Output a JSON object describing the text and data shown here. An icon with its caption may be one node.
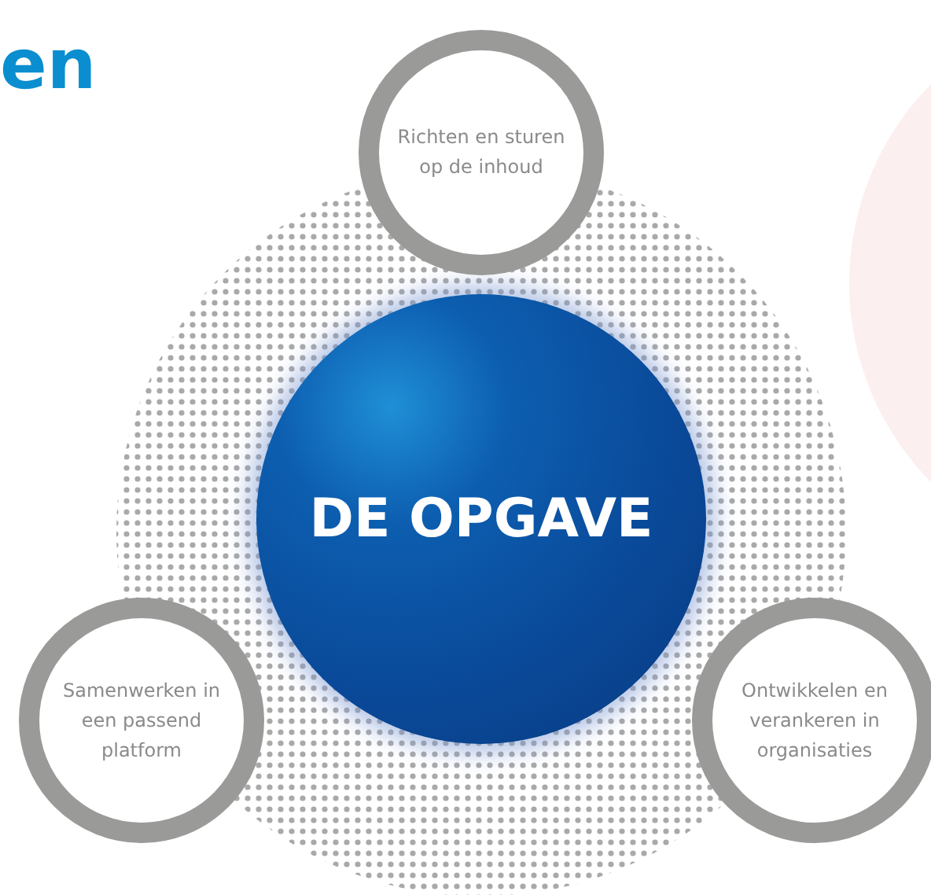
{
  "diagram": {
    "title": "en",
    "nodes": [
      {
        "text": [
          "DE OPGAVE"
        ]
      },
      {
        "text": [
          "Richten en sturen op de inhoud"
        ]
      },
      {
        "text": [
          "Samenwerken in een passend platform"
        ]
      },
      {
        "text": [
          "Ontwikkelen en verankeren in organisaties"
        ]
      }
    ]
  }
}
